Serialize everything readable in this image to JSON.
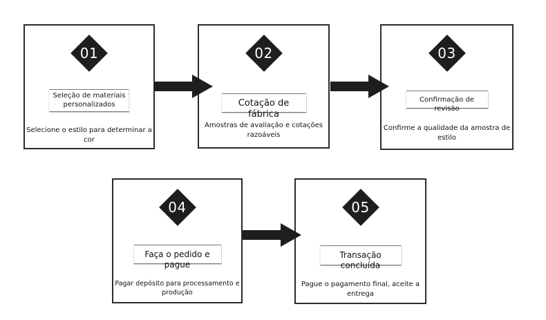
{
  "steps": [
    {
      "number": "01",
      "title": "Seleção de materiais personalizados",
      "description": "Selecione o estilo para determinar a cor"
    },
    {
      "number": "02",
      "title": "Cotação de fábrica",
      "description": "Amostras de avaliação e cotações razoáveis"
    },
    {
      "number": "03",
      "title": "Confirmação de revisão",
      "description": "Confirme a qualidade da amostra de estilo"
    },
    {
      "number": "04",
      "title": "Faça o pedido e pague",
      "description": "Pagar depósito para processamento e produção"
    },
    {
      "number": "05",
      "title": "Transação concluída",
      "description": "Pague o pagamento final, aceite a entrega"
    }
  ],
  "colors": {
    "badge": "#1e1e1e",
    "border": "#2b2b2b",
    "arrow": "#1e1e1e"
  },
  "icons": {
    "badge": "diamond-icon",
    "connector": "right-arrow-icon"
  }
}
